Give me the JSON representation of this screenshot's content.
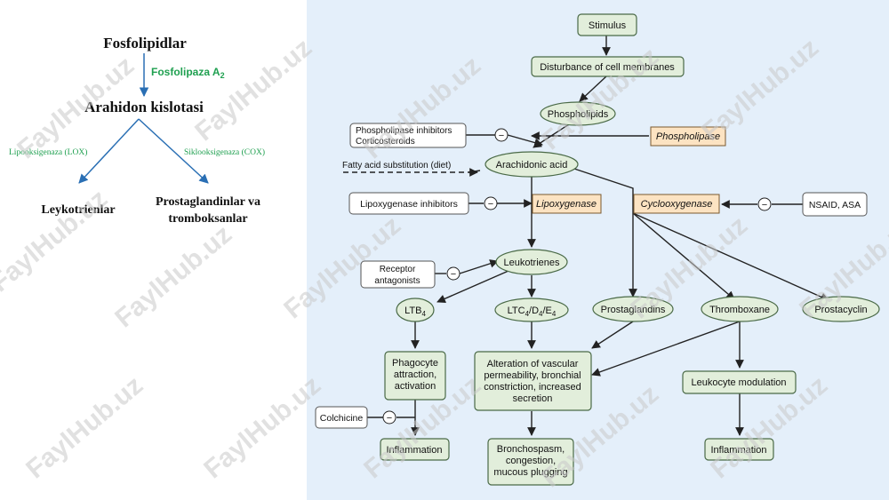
{
  "left": {
    "top": "Fosfolipidlar",
    "enzyme_main": "Fosfolipaza A",
    "enzyme_sub": "2",
    "middle": "Arahidon kislotasi",
    "lox": "Lipooksigenaza (LOX)",
    "cox": "Siklooksigenaza (COX)",
    "left_product": "Leykotrienlar",
    "right_product_line1": "Prostaglandinlar va",
    "right_product_line2": "tromboksanlar"
  },
  "right": {
    "stimulus": "Stimulus",
    "disturbance": "Disturbance of cell membranes",
    "phospholipids": "Phospholipids",
    "pl_inhib_1": "Phospholipase inhibitors",
    "pl_inhib_2": "Corticosteroids",
    "phospholipase": "Phospholipase",
    "fatty_acid": "Fatty acid substitution (diet)",
    "arachidonic": "Arachidonic acid",
    "lox_inhib": "Lipoxygenase inhibitors",
    "lipoxygenase": "Lipoxygenase",
    "cyclooxygenase": "Cyclooxygenase",
    "nsaid": "NSAID, ASA",
    "receptor_1": "Receptor",
    "receptor_2": "antagonists",
    "leukotrienes": "Leukotrienes",
    "ltb4_main": "LTB",
    "ltb4_sub": "4",
    "ltc_c": "LTC",
    "ltc_c_sub": "4",
    "ltc_d": "/D",
    "ltc_d_sub": "4",
    "ltc_e": "/E",
    "ltc_e_sub": "4",
    "prostaglandins": "Prostaglandins",
    "thromboxane": "Thromboxane",
    "prostacyclin": "Prostacyclin",
    "phago_1": "Phagocyte",
    "phago_2": "attraction,",
    "phago_3": "activation",
    "alt_1": "Alteration of vascular",
    "alt_2": "permeability, bronchial",
    "alt_3": "constriction, increased",
    "alt_4": "secretion",
    "leuko_mod": "Leukocyte modulation",
    "colchicine": "Colchicine",
    "inflammation_1": "Inflammation",
    "broncho_1": "Bronchospasm,",
    "broncho_2": "congestion,",
    "broncho_3": "mucous plugging",
    "inflammation_2": "Inflammation",
    "minus": "−"
  },
  "watermark": "FaylHub.uz",
  "colors": {
    "panel_bg": "#e4effa",
    "node_fill": "#e2eedb",
    "node_stroke": "#4a6a47",
    "enzyme_fill": "#fce3c2",
    "enzyme_stroke": "#7a5a30",
    "left_arrow": "#2a6fb4",
    "left_label_green": "#1fa050",
    "watermark": "#c9c9c9"
  }
}
